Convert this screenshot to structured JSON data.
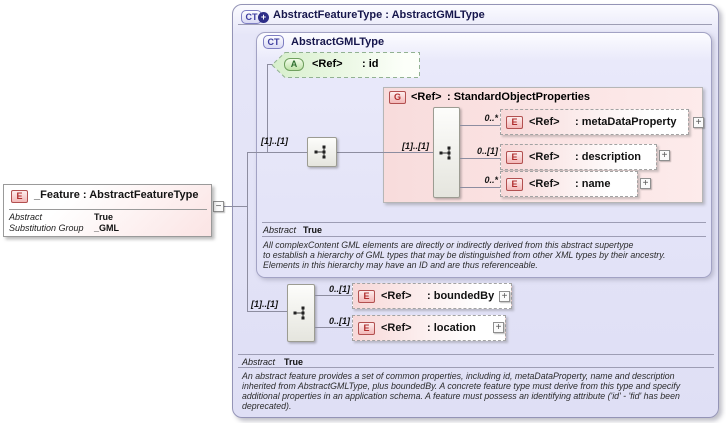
{
  "glyphs": {
    "expand": "+",
    "collapse": "−"
  },
  "feature_element": {
    "icon": "E",
    "title": "_Feature : AbstractFeatureType",
    "rows": [
      {
        "label": "Abstract",
        "value": "True"
      },
      {
        "label": "Substitution Group",
        "value": "_GML"
      }
    ]
  },
  "outer_type": {
    "icon": "CT",
    "title": "AbstractFeatureType : AbstractGMLType",
    "abstract_label": "Abstract",
    "abstract_value": "True",
    "doc_lines": [
      "An abstract feature provides a set of common properties, including id, metaDataProperty, name and description",
      "inherited from AbstractGMLType, plus boundedBy.    A concrete feature type must derive from this type and specify",
      "additional  properties in an application schema. A feature must possess an identifying attribute ('id' - 'fid' has been",
      "deprecated)."
    ]
  },
  "inner_type": {
    "icon": "CT",
    "title": "AbstractGMLType",
    "abstract_label": "Abstract",
    "abstract_value": "True",
    "doc_lines": [
      "All complexContent GML elements are directly or indirectly derived from this abstract supertype",
      "to establish a hierarchy of GML types that may be distinguished from other XML types by their ancestry.",
      "Elements in this hierarchy may have an ID and are thus referenceable."
    ]
  },
  "attribute_id": {
    "icon": "A",
    "ref": "<Ref>",
    "name": ": id"
  },
  "seq1": {
    "cardinality": "[1]..[1]"
  },
  "group": {
    "icon": "G",
    "ref": "<Ref>",
    "name": ": StandardObjectProperties",
    "cardinality": "[1]..[1]",
    "children": [
      {
        "icon": "E",
        "cardinality": "0..*",
        "ref": "<Ref>",
        "name": ": metaDataProperty"
      },
      {
        "icon": "E",
        "cardinality": "0..[1]",
        "ref": "<Ref>",
        "name": ": description"
      },
      {
        "icon": "E",
        "cardinality": "0..*",
        "ref": "<Ref>",
        "name": ": name"
      }
    ]
  },
  "seq2": {
    "cardinality": "[1]..[1]",
    "children": [
      {
        "icon": "E",
        "cardinality": "0..[1]",
        "ref": "<Ref>",
        "name": ": boundedBy"
      },
      {
        "icon": "E",
        "cardinality": "0..[1]",
        "ref": "<Ref>",
        "name": ": location"
      }
    ]
  }
}
